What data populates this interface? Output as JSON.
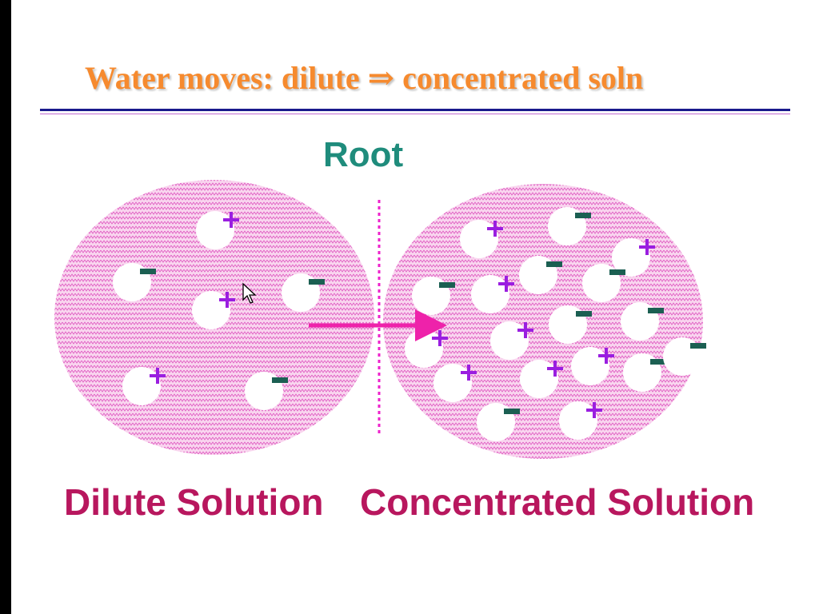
{
  "title": {
    "text": "Water moves:  dilute ⇒ concentrated soln"
  },
  "root_label": "Root",
  "captions": {
    "dilute": "Dilute Solution",
    "concentrated": "Concentrated  Solution"
  },
  "colors": {
    "background": "#ffffff",
    "frame": "#000000",
    "title": "#f68a2e",
    "rule_dark": "#1a1a8c",
    "rule_light": "#c06ad0",
    "root_label": "#1f8c7c",
    "caption": "#b8175e",
    "solution_hatch": "#e05cc2",
    "solution_fill": "#f9d6ef",
    "divider": "#ee22cc",
    "arrow": "#ee22aa",
    "plus_ion": "#9a1ee0",
    "minus_ion": "#1b5f52",
    "ion_bubble": "#ffffff"
  },
  "legend_symbols": {
    "plus": "+",
    "minus": "−"
  },
  "dilute_solution": {
    "ions": [
      {
        "charge": "+"
      },
      {
        "charge": "-"
      },
      {
        "charge": "+"
      },
      {
        "charge": "-"
      },
      {
        "charge": "+"
      },
      {
        "charge": "-"
      }
    ]
  },
  "concentrated_solution": {
    "ions": [
      {
        "charge": "+"
      },
      {
        "charge": "-"
      },
      {
        "charge": "+"
      },
      {
        "charge": "-"
      },
      {
        "charge": "+"
      },
      {
        "charge": "-"
      },
      {
        "charge": "-"
      },
      {
        "charge": "-"
      },
      {
        "charge": "+"
      },
      {
        "charge": "-"
      },
      {
        "charge": "+"
      },
      {
        "charge": "+"
      },
      {
        "charge": "+"
      },
      {
        "charge": "-"
      },
      {
        "charge": "+"
      },
      {
        "charge": "-"
      },
      {
        "charge": "-"
      },
      {
        "charge": "+"
      }
    ]
  }
}
